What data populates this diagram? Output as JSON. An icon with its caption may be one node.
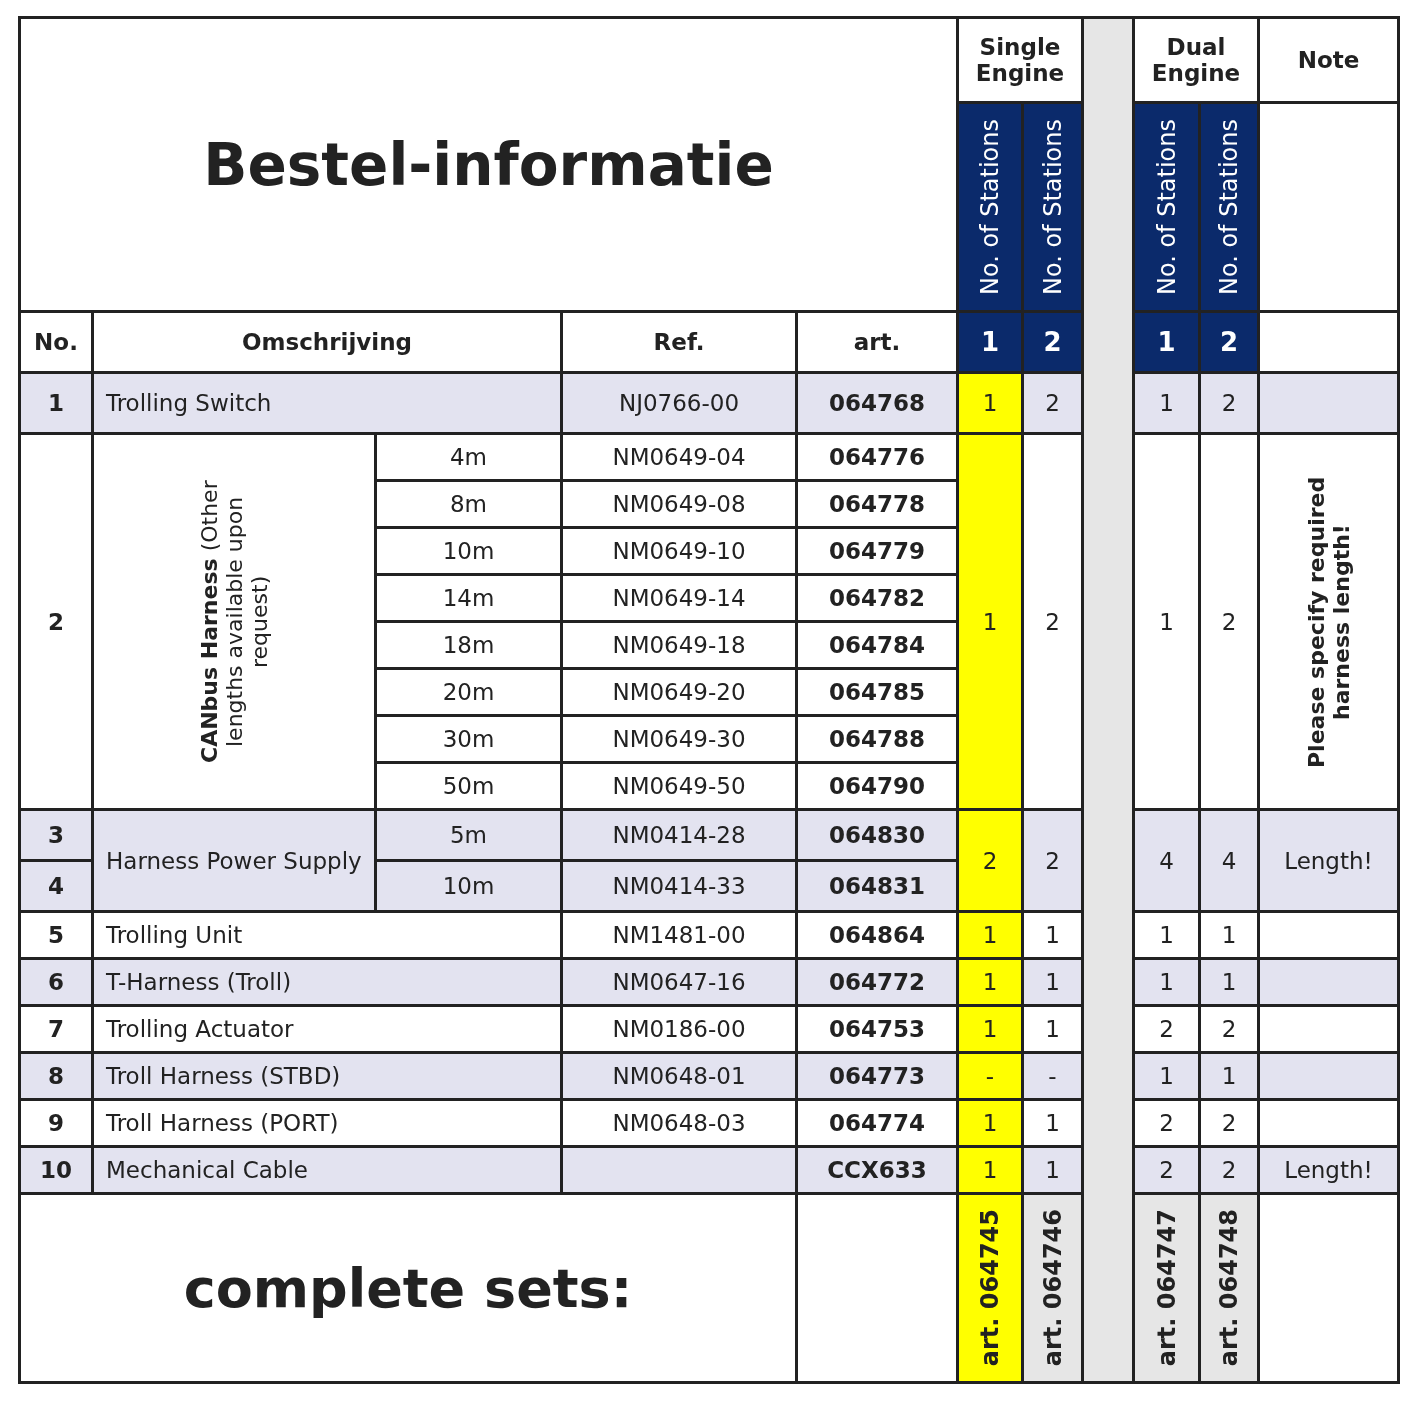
{
  "diagram": {
    "title": "Bestel-informatie",
    "labels": [
      "Single Engine",
      "Dual Engine",
      "Note",
      "No. of Stations",
      "No. of Stations",
      "No. of Stations",
      "No. of Stations",
      "No.",
      "Omschrijving",
      "Ref.",
      "art.",
      "1",
      "2",
      "1",
      "2",
      "1",
      "Trolling Switch",
      "NJ0766-00",
      "064768",
      "1",
      "2",
      "1",
      "2",
      "2",
      "**CANbus Harness** (Other lengths available upon request)",
      "4m",
      "NM0649-04",
      "064776",
      "8m",
      "NM0649-08",
      "064778",
      "10m",
      "NM0649-10",
      "064779",
      "14m",
      "NM0649-14",
      "064782",
      "18m",
      "NM0649-18",
      "064784",
      "20m",
      "NM0649-20",
      "064785",
      "30m",
      "NM0649-30",
      "064788",
      "50m",
      "NM0649-50",
      "064790",
      "1",
      "2",
      "1",
      "2",
      "Please specify required harness length!",
      "3",
      "Harness Power Supply",
      "5m",
      "NM0414-28",
      "064830",
      "2",
      "2",
      "4",
      "4",
      "Length!",
      "4",
      "10m",
      "NM0414-33",
      "064831",
      "5",
      "Trolling Unit",
      "NM1481-00",
      "064864",
      "1",
      "1",
      "1",
      "1",
      "6",
      "T-Harness (Troll)",
      "NM0647-16",
      "064772",
      "1",
      "1",
      "1",
      "1",
      "7",
      "Trolling Actuator",
      "NM0186-00",
      "064753",
      "1",
      "1",
      "2",
      "2",
      "8",
      "Troll Harness (STBD)",
      "NM0648-01",
      "064773",
      "-",
      "-",
      "1",
      "1",
      "9",
      "Troll Harness (PORT)",
      "NM0648-03",
      "064774",
      "1",
      "1",
      "2",
      "2",
      "10",
      "Mechanical Cable",
      "CCX633",
      "1",
      "1",
      "2",
      "2",
      "Length!",
      "complete sets:",
      "art. 064745",
      "art. 064746",
      "art. 064747",
      "art. 064748"
    ]
  }
}
